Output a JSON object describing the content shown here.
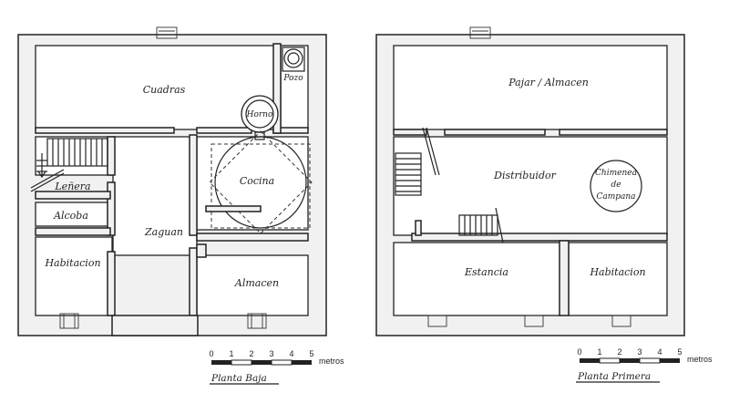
{
  "plans": [
    {
      "title": "Planta Baja",
      "rooms": {
        "cuadras": "Cuadras",
        "pozo": "Pozo",
        "horno": "Horno",
        "lenera": "Leñera",
        "alcoba": "Alcoba",
        "cocina": "Cocina",
        "zaguan": "Zaguan",
        "habitacion": "Habitacion",
        "almacen": "Almacen"
      },
      "scale": {
        "ticks": [
          "0",
          "1",
          "2",
          "3",
          "4",
          "5"
        ],
        "unit": "metros"
      }
    },
    {
      "title": "Planta Primera",
      "rooms": {
        "pajar": "Pajar / Almacen",
        "distribuidor": "Distribuidor",
        "chimenea_l1": "Chimenea",
        "chimenea_l2": "de",
        "chimenea_l3": "Campana",
        "estancia": "Estancia",
        "habitacion": "Habitacion"
      },
      "scale": {
        "ticks": [
          "0",
          "1",
          "2",
          "3",
          "4",
          "5"
        ],
        "unit": "metros"
      }
    }
  ]
}
